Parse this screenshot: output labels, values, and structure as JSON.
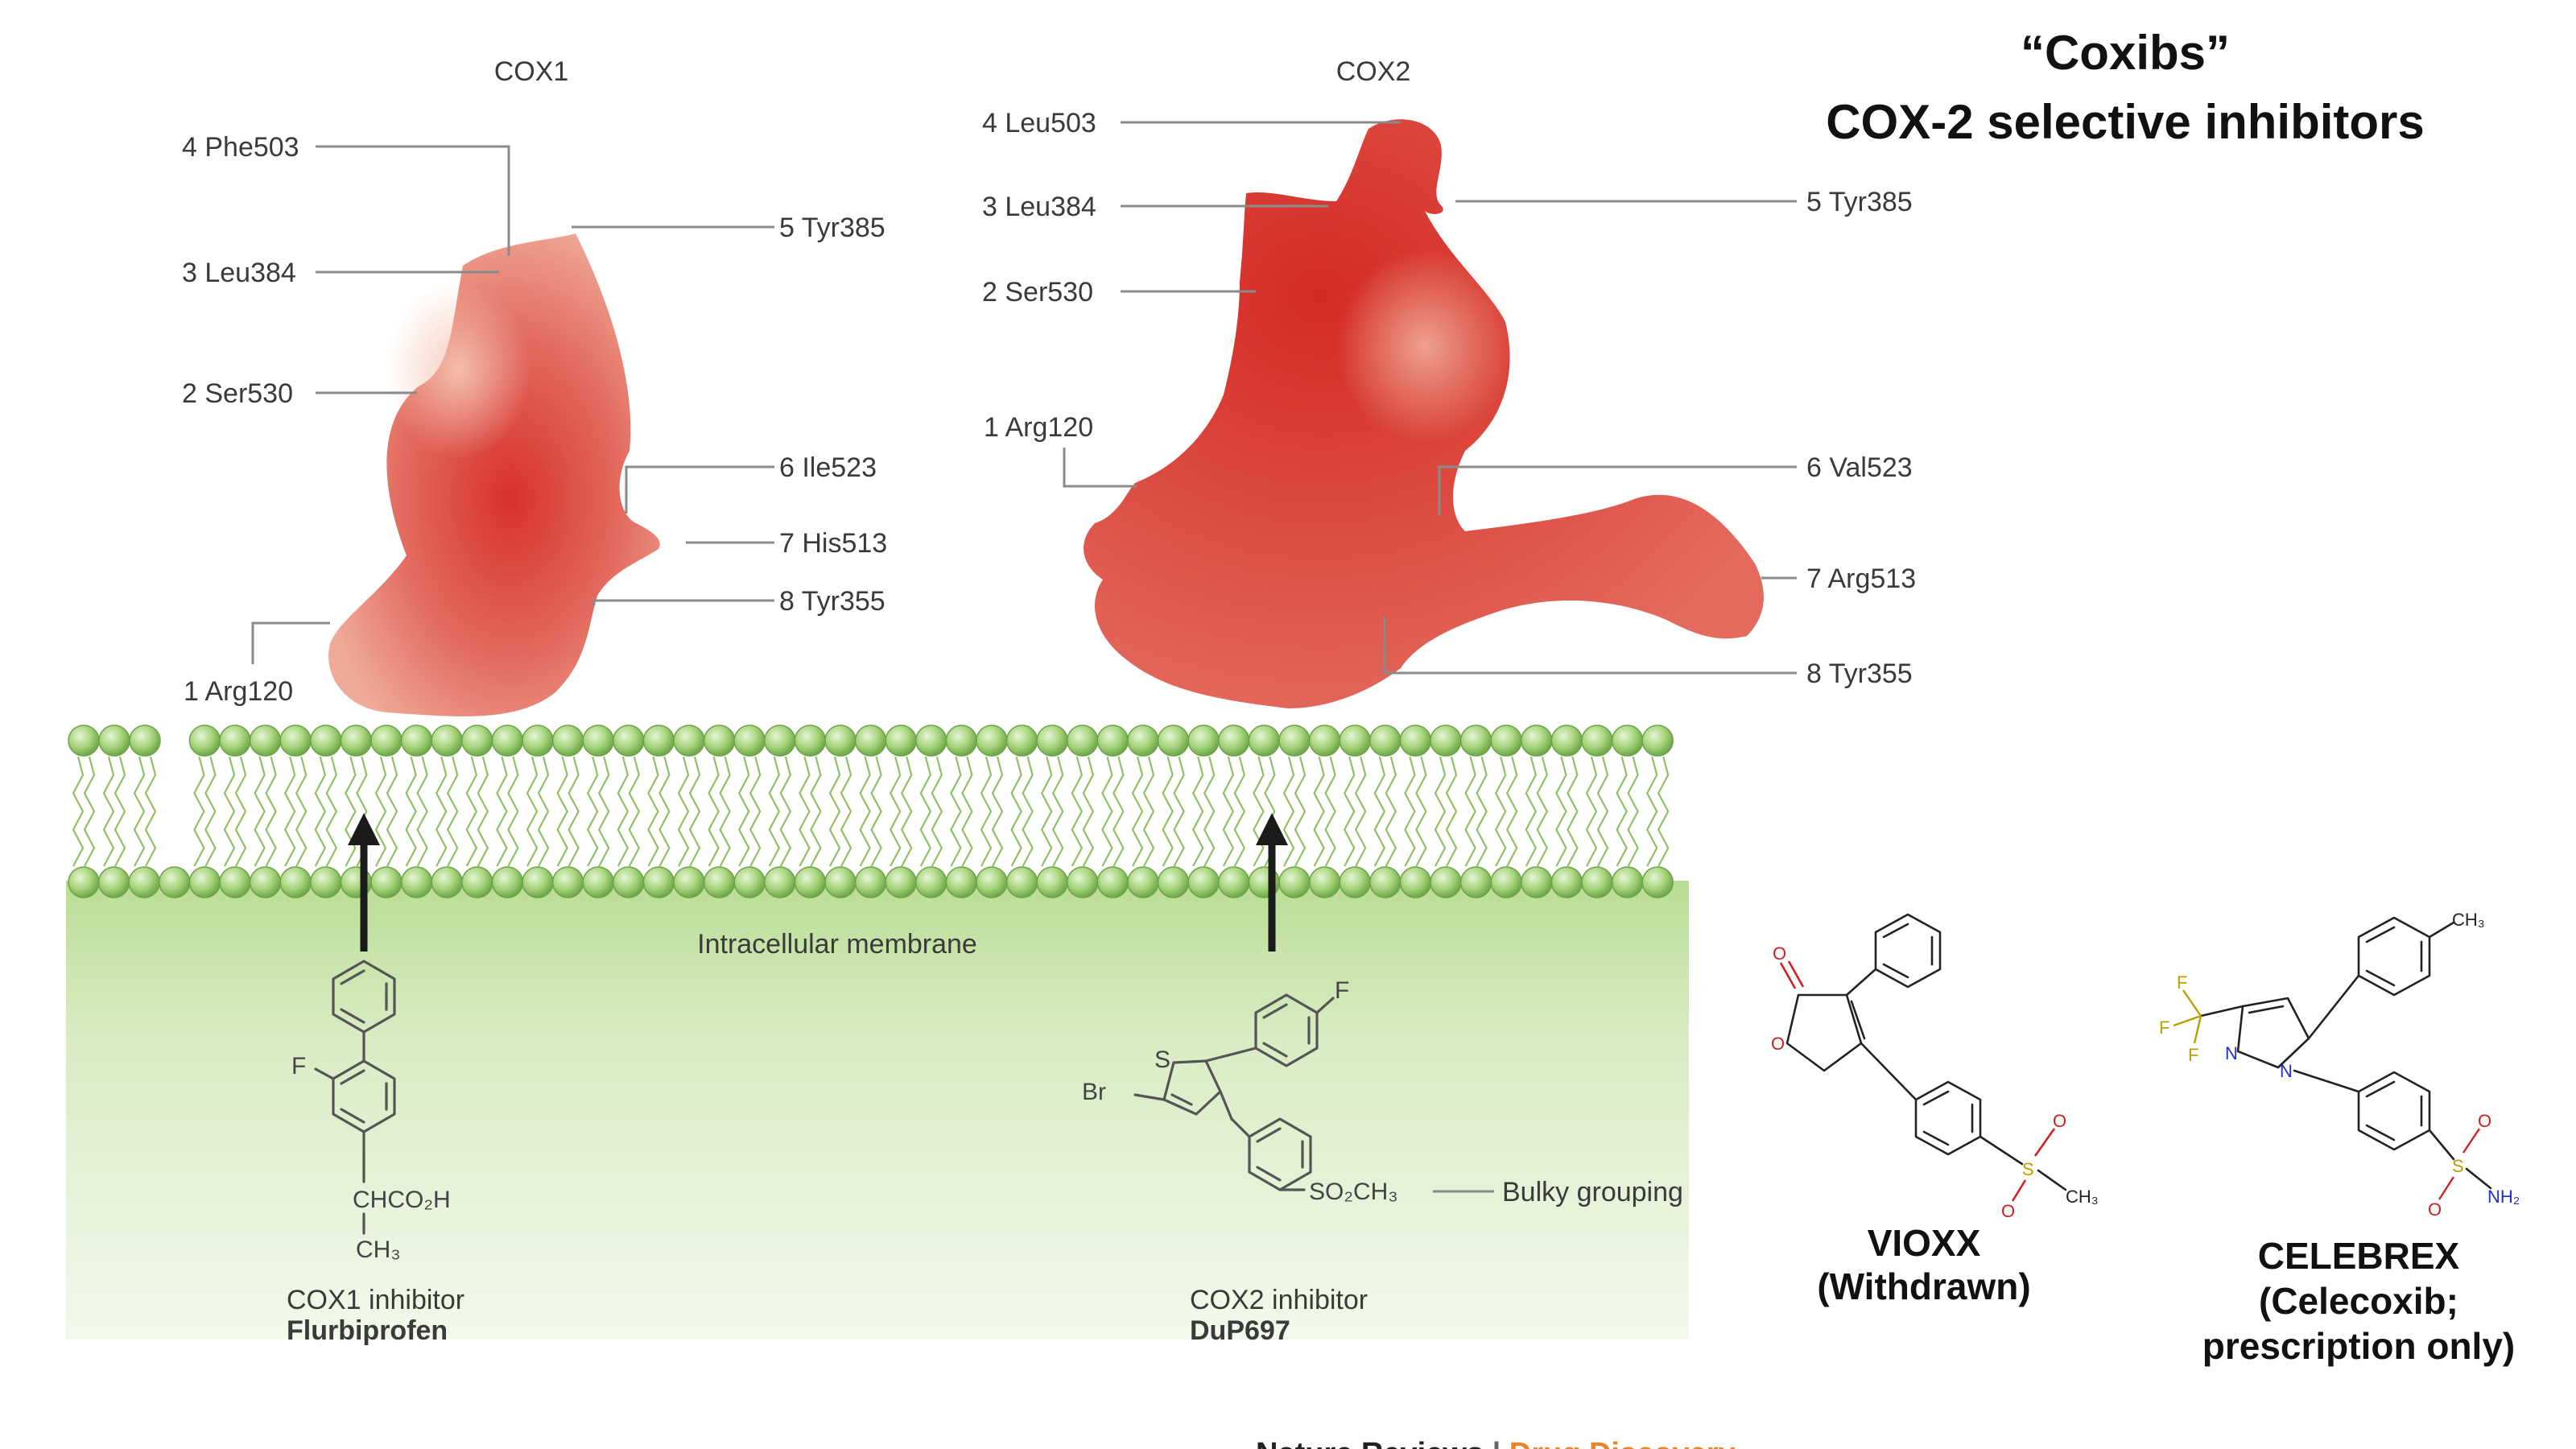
{
  "title": {
    "line1": "“Coxibs”",
    "line2": "COX-2 selective inhibitors"
  },
  "cox1": {
    "title": "COX1",
    "labels": [
      "4 Phe503",
      "3 Leu384",
      "2 Ser530",
      "1 Arg120",
      "5 Tyr385",
      "6 Ile523",
      "7 His513",
      "8 Tyr355"
    ]
  },
  "cox2": {
    "title": "COX2",
    "labels": [
      "4 Leu503",
      "3 Leu384",
      "2 Ser530",
      "1 Arg120",
      "5 Tyr385",
      "6 Val523",
      "7 Arg513",
      "8 Tyr355"
    ]
  },
  "membrane": {
    "label": "Intracellular membrane"
  },
  "flurbiprofen": {
    "atoms": {
      "F": "F",
      "acid": "CHCO₂H",
      "methyl": "CH₃"
    },
    "caption": "COX1 inhibitor",
    "name": "Flurbiprofen"
  },
  "dup697": {
    "atoms": {
      "F": "F",
      "S": "S",
      "Br": "Br",
      "sulfonyl": "SO₂CH₃"
    },
    "bulky": "Bulky grouping",
    "caption": "COX2 inhibitor",
    "name": "DuP697"
  },
  "vioxx": {
    "atoms": {
      "O1": "O",
      "O2": "O",
      "S": "S",
      "Oa": "O",
      "Ob": "O",
      "CH3": "CH₃"
    },
    "name": "VIOXX",
    "status": "(Withdrawn)"
  },
  "celebrex": {
    "atoms": {
      "F1": "F",
      "F2": "F",
      "F3": "F",
      "N1": "N",
      "N2": "N",
      "S": "S",
      "Oa": "O",
      "Ob": "O",
      "NH2": "NH₂",
      "CH3": "CH₃"
    },
    "name": "CELEBREX",
    "line2": "(Celecoxib;",
    "line3": "prescription only)"
  },
  "footer": {
    "left": "Nature Reviews",
    "sep": " | ",
    "right": "Drug Discovery"
  },
  "colors": {
    "membrane_green": "#9fd07a",
    "membrane_fill": "#e3f1cf",
    "pocket_red": "#d9403a",
    "footer_orange": "#e8842a"
  }
}
